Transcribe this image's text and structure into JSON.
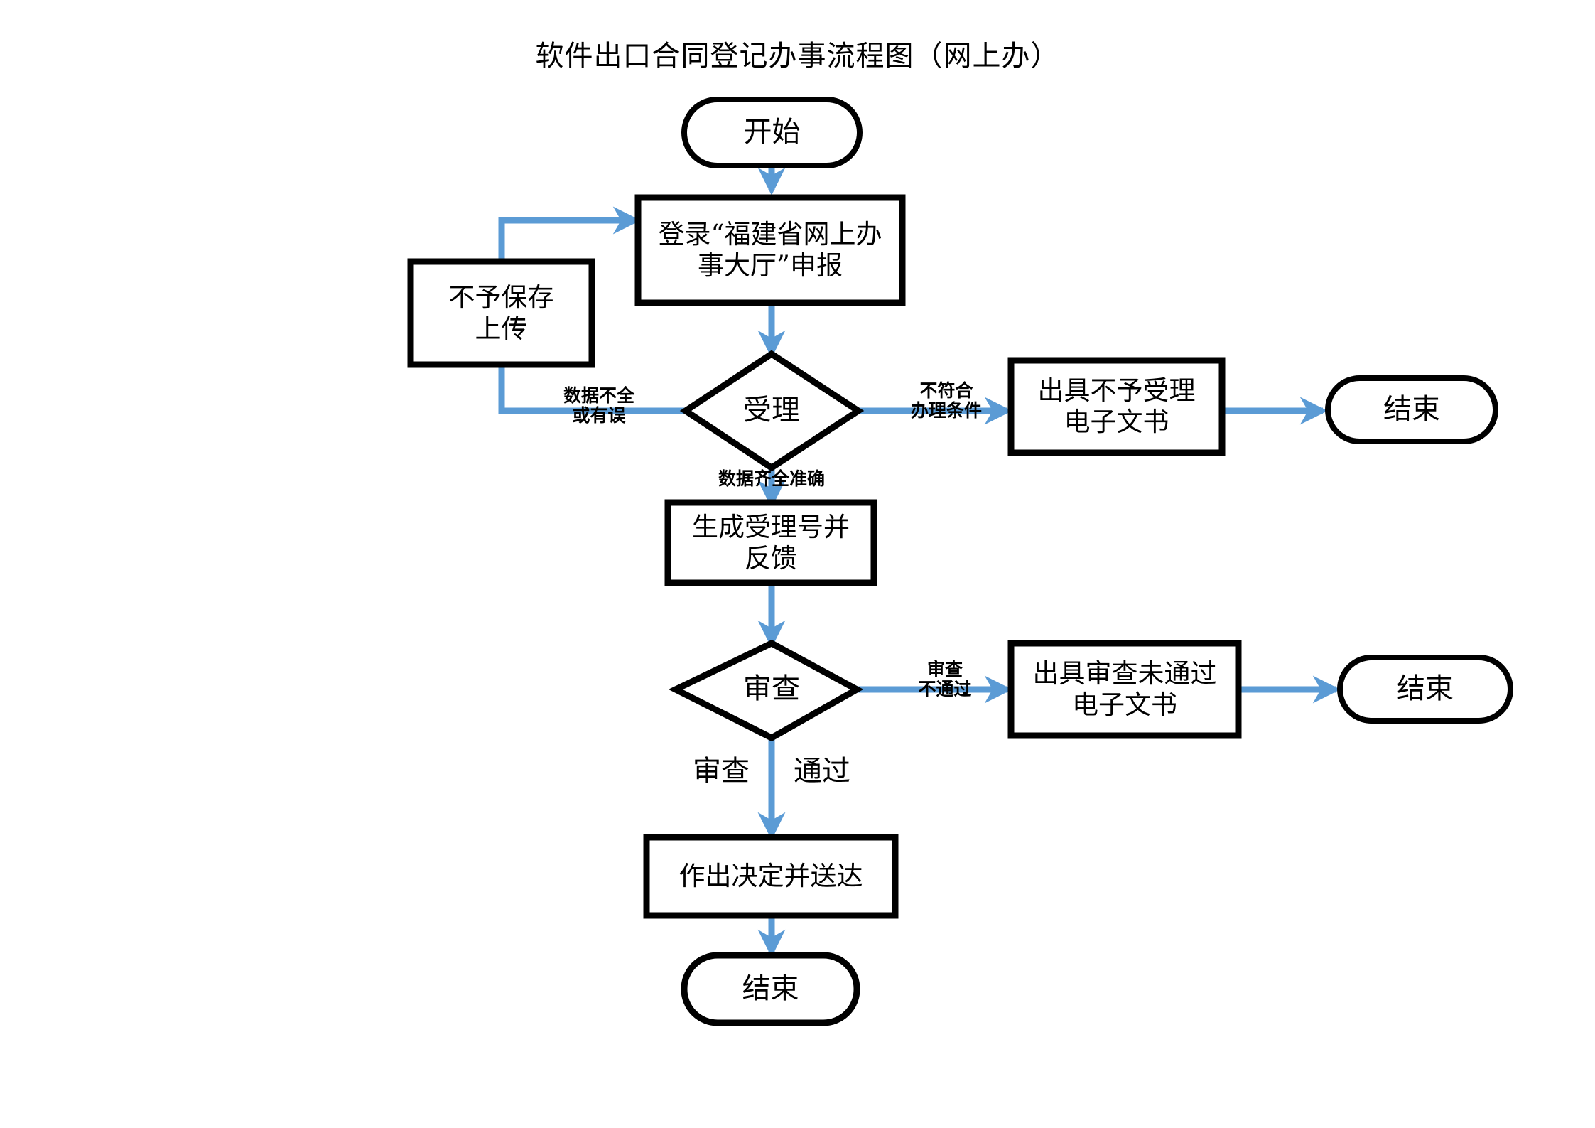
{
  "diagram": {
    "title": "软件出口合同登记办事流程图（网上办）",
    "type": "flowchart",
    "colors": {
      "node_stroke": "#000000",
      "node_fill": "#ffffff",
      "connector": "#5B9BD5",
      "text": "#000000",
      "background": "#ffffff"
    },
    "nodes": [
      {
        "id": "start",
        "shape": "terminator",
        "label": "开始"
      },
      {
        "id": "login",
        "shape": "process",
        "label": "登录“福建省网上办\n事大厅”申报"
      },
      {
        "id": "no-save-upload",
        "shape": "process",
        "label": "不予保存\n上传"
      },
      {
        "id": "accept",
        "shape": "decision",
        "label": "受理"
      },
      {
        "id": "reject-doc",
        "shape": "process",
        "label": "出具不予受理\n电子文书"
      },
      {
        "id": "end-reject",
        "shape": "terminator",
        "label": "结束"
      },
      {
        "id": "gen-number",
        "shape": "process",
        "label": "生成受理号并\n反馈"
      },
      {
        "id": "review",
        "shape": "decision",
        "label": "审查"
      },
      {
        "id": "fail-doc",
        "shape": "process",
        "label": "出具审查未通过\n电子文书"
      },
      {
        "id": "end-fail",
        "shape": "terminator",
        "label": "结束"
      },
      {
        "id": "decide-deliver",
        "shape": "process",
        "label": "作出决定并送达"
      },
      {
        "id": "end-final",
        "shape": "terminator",
        "label": "结束"
      }
    ],
    "edges": [
      {
        "id": "e-start-login",
        "from": "start",
        "to": "login",
        "label": ""
      },
      {
        "id": "e-login-accept",
        "from": "login",
        "to": "accept",
        "label": ""
      },
      {
        "id": "e-accept-loop",
        "from": "accept",
        "to": "login",
        "label": "数据不全\n或有误"
      },
      {
        "id": "e-accept-reject",
        "from": "accept",
        "to": "reject-doc",
        "label": "不符合\n办理条件"
      },
      {
        "id": "e-rejectdoc-end",
        "from": "reject-doc",
        "to": "end-reject",
        "label": ""
      },
      {
        "id": "e-accept-gen",
        "from": "accept",
        "to": "gen-number",
        "label": "数据齐全准确"
      },
      {
        "id": "e-gen-review",
        "from": "gen-number",
        "to": "review",
        "label": ""
      },
      {
        "id": "e-review-fail",
        "from": "review",
        "to": "fail-doc",
        "label": "审查\n不通过"
      },
      {
        "id": "e-faildoc-end",
        "from": "fail-doc",
        "to": "end-fail",
        "label": ""
      },
      {
        "id": "e-review-pass-left",
        "from": "review",
        "to": "decide-deliver",
        "label": "审查"
      },
      {
        "id": "e-review-pass-right",
        "from": "review",
        "to": "decide-deliver",
        "label": "通过"
      },
      {
        "id": "e-decide-end",
        "from": "decide-deliver",
        "to": "end-final",
        "label": ""
      }
    ],
    "edge_labels": {
      "data_incomplete": "数据不全\n或有误",
      "not_eligible": "不符合\n办理条件",
      "data_complete": "数据齐全准确",
      "review_fail": "审查\n不通过",
      "review_word": "审查",
      "pass_word": "通过"
    }
  }
}
